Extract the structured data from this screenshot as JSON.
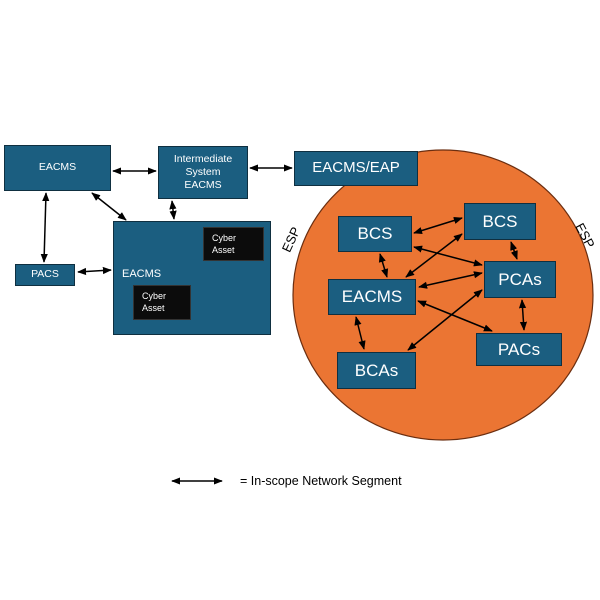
{
  "diagram": {
    "colors": {
      "box_fill": "#1b5e80",
      "box_border": "#0f2f40",
      "esp_fill": "#eb7533",
      "esp_border": "#6b2e10",
      "cyber_asset_fill": "#0c0c0c",
      "arrow": "#000000"
    },
    "outside": {
      "eacms_top": "EACMS",
      "intermediate_line1": "Intermediate",
      "intermediate_line2": "System",
      "intermediate_line3": "EACMS",
      "pacs": "PACS",
      "eacms_group_label": "EACMS",
      "cyber_asset_1_line1": "Cyber",
      "cyber_asset_1_line2": "Asset",
      "cyber_asset_2_line1": "Cyber",
      "cyber_asset_2_line2": "Asset",
      "eacms_eap": "EACMS/EAP"
    },
    "esp": {
      "label_left": "ESP",
      "label_right": "ESP",
      "bcs_1": "BCS",
      "bcs_2": "BCS",
      "pcas": "PCAs",
      "eacms": "EACMS",
      "pacs": "PACs",
      "bcas": "BCAs"
    },
    "connections": [
      [
        "eacms_top",
        "intermediate"
      ],
      [
        "intermediate",
        "eacms_eap"
      ],
      [
        "eacms_top",
        "pacs"
      ],
      [
        "eacms_top",
        "eacms_group"
      ],
      [
        "intermediate",
        "eacms_group"
      ],
      [
        "pacs",
        "eacms_group"
      ],
      [
        "cyber_asset_1",
        "cyber_asset_2"
      ],
      [
        "bcs_1",
        "bcs_2"
      ],
      [
        "bcs_1",
        "eacms_esp"
      ],
      [
        "bcs_1",
        "pcas"
      ],
      [
        "bcs_2",
        "eacms_esp"
      ],
      [
        "bcs_2",
        "pcas"
      ],
      [
        "eacms_esp",
        "pcas"
      ],
      [
        "eacms_esp",
        "pacs_esp"
      ],
      [
        "eacms_esp",
        "bcas"
      ],
      [
        "pcas",
        "bcas"
      ],
      [
        "pcas",
        "pacs_esp"
      ]
    ]
  },
  "legend": {
    "text": "= In-scope Network Segment"
  }
}
